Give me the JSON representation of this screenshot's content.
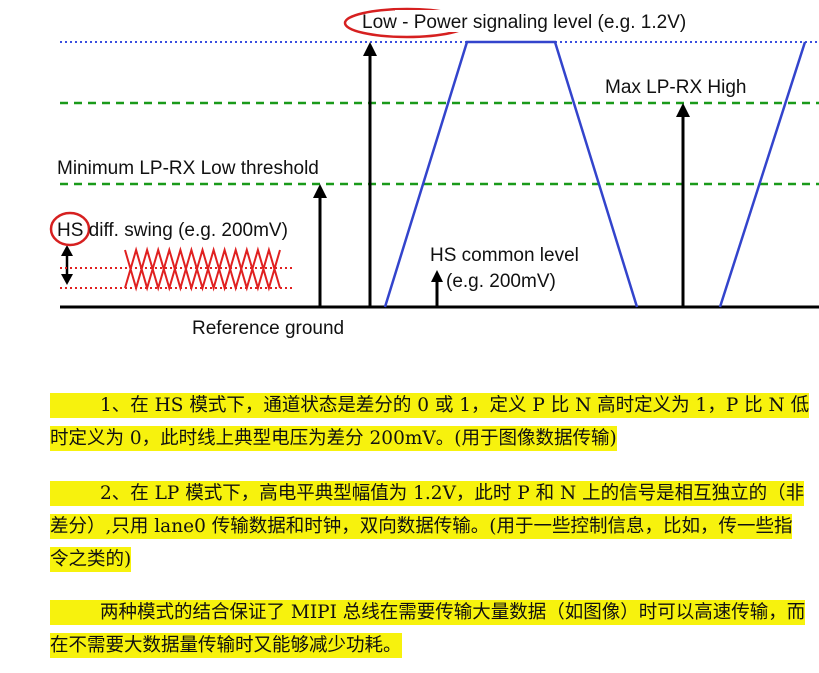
{
  "diagram": {
    "labels": {
      "low_power": "Low - Power signaling level (e.g. 1.2V)",
      "max_lp_rx_high": "Max LP-RX High",
      "min_lp_rx_low": "Minimum LP-RX Low threshold",
      "hs_swing": "HS diff. swing (e.g. 200mV)",
      "hs_common_1": "HS common level",
      "hs_common_2": "(e.g. 200mV)",
      "reference_ground": "Reference ground"
    },
    "colors": {
      "dotted_top": "#3b4fe0",
      "dashed_green": "#1a9a1a",
      "signal_blue": "#3344cc",
      "hs_red": "#e02020",
      "circle_red": "#d62020",
      "highlight": "#f7f20d"
    }
  },
  "paragraphs": [
    "1、在 HS 模式下，通道状态是差分的 0 或 1，定义 P 比 N 高时定义为 1，P 比 N 低时定义为 0，此时线上典型电压为差分 200mV。(用于图像数据传输)",
    "2、在 LP 模式下，高电平典型幅值为 1.2V，此时 P 和 N 上的信号是相互独立的（非差分）,只用 lane0 传输数据和时钟，双向数据传输。(用于一些控制信息，比如，传一些指令之类的)",
    "两种模式的结合保证了 MIPI 总线在需要传输大量数据（如图像）时可以高速传输，而在不需要大数据量传输时又能够减少功耗。"
  ]
}
